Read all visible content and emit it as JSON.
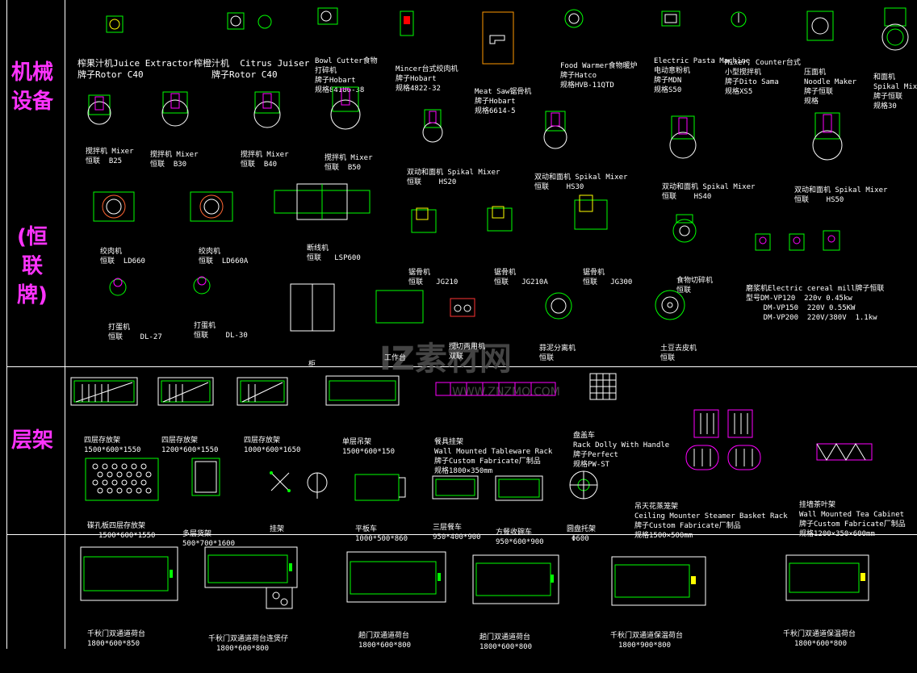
{
  "categories": {
    "machinery_line1": "机械",
    "machinery_line2": "设备",
    "brand_line1": "(恒",
    "brand_line2": "联",
    "brand_line3": "牌)",
    "shelving": "层架"
  },
  "watermark": {
    "text": "IZ素材网",
    "url": "WWW.ZNZMO.COM"
  },
  "machines": [
    {
      "id": "juice1",
      "line1": "榨果汁机Juice Extractor",
      "line2": "牌子Rotor C40"
    },
    {
      "id": "juice2",
      "line1": "榨橙汁机  Citrus Juiser",
      "line2": "牌子Rotor C40"
    },
    {
      "id": "bowl",
      "line1": "Bowl Cutter食物",
      "line2": "打碎机",
      "line3": "牌子Hobart",
      "line4": "规格84186-38"
    },
    {
      "id": "mincer",
      "line1": "Mincer台式绞肉机",
      "line2": "牌子Hobart",
      "line3": "规格4822-32"
    },
    {
      "id": "meatsaw",
      "line1": "Meat Saw锯骨机",
      "line2": "牌子Hobart",
      "line3": "规格6614-5"
    },
    {
      "id": "warmer",
      "line1": "Food Warmer食物暖炉",
      "line2": "牌子Hatco",
      "line3": "规格HVB-11QTD"
    },
    {
      "id": "pasta",
      "line1": "Electric Pasta Machine",
      "line2": "电动意粉机",
      "line3": "牌子MDN",
      "line4": "规格S50"
    },
    {
      "id": "counter",
      "line1": "Mixer, Counter台式",
      "line2": "小型搅拌机",
      "line3": "牌子Dito Sama",
      "line4": "规格XS5"
    },
    {
      "id": "noodle",
      "line1": "压面机",
      "line2": "Noodle Maker",
      "line3": "牌子恒联",
      "line4": "规格"
    },
    {
      "id": "spiral",
      "line1": "和面机",
      "line2": "Spikal Mixer",
      "line3": "牌子恒联",
      "line4": "规格30"
    },
    {
      "id": "mix25",
      "line1": "搅拌机 Mixer",
      "line2": "恒联  B25"
    },
    {
      "id": "mix30",
      "line1": "搅拌机 Mixer",
      "line2": "恒联  B30"
    },
    {
      "id": "mix40",
      "line1": "搅拌机 Mixer",
      "line2": "恒联  B40"
    },
    {
      "id": "mix50",
      "line1": "搅拌机 Mixer",
      "line2": "恒联  B50"
    },
    {
      "id": "hs20",
      "line1": "双动和面机 Spikal Mixer",
      "line2": "恒联    HS20"
    },
    {
      "id": "hs30",
      "line1": "双动和面机 Spikal Mixer",
      "line2": "恒联    HS30"
    },
    {
      "id": "hs40",
      "line1": "双动和面机 Spikal Mixer",
      "line2": "恒联    HS40"
    },
    {
      "id": "hs50",
      "line1": "双动和面机 Spikal Mixer",
      "line2": "恒联    HS50"
    },
    {
      "id": "ld660",
      "line1": "绞肉机",
      "line2": "恒联  LD660"
    },
    {
      "id": "ld660a",
      "line1": "绞肉机",
      "line2": "恒联  LD660A"
    },
    {
      "id": "lsp",
      "line1": "断线机",
      "line2": "恒联   LSP600"
    },
    {
      "id": "jg210",
      "line1": "锯骨机",
      "line2": "恒联   JG210"
    },
    {
      "id": "jg210a",
      "line1": "锯骨机",
      "line2": "恒联   JG210A"
    },
    {
      "id": "jg300",
      "line1": "锯骨机",
      "line2": "恒联   JG300"
    },
    {
      "id": "cutter",
      "line1": "食物切碎机",
      "line2": "恒联"
    },
    {
      "id": "cereal",
      "line1": "磨浆机Electric cereal mill牌子恒联",
      "line2": "型号DM-VP120  220v 0.45kw",
      "line3": "    DM-VP150  220V 0.55KW",
      "line4": "    DM-VP200  220V/380V  1.1kw"
    },
    {
      "id": "dl27",
      "line1": "打蛋机",
      "line2": "恒联    DL-27"
    },
    {
      "id": "dl30",
      "line1": "打蛋机",
      "line2": "恒联    DL-30"
    },
    {
      "id": "cabinet",
      "line1": "柜"
    },
    {
      "id": "worktable",
      "line1": "工作台"
    },
    {
      "id": "dual",
      "line1": "搅切两用机",
      "line2": "双联"
    },
    {
      "id": "sep",
      "line1": "蒜泥分离机",
      "line2": "恒联"
    },
    {
      "id": "potato",
      "line1": "土豆去皮机",
      "line2": "恒联"
    }
  ],
  "shelves": [
    {
      "id": "s4a",
      "line1": "四层存放架",
      "line2": "1500*600*1550"
    },
    {
      "id": "s4b",
      "line1": "四层存放架",
      "line2": "1200*600*1550"
    },
    {
      "id": "s4c",
      "line1": "四层存放架",
      "line2": "1000*600*1650"
    },
    {
      "id": "single",
      "line1": "单层吊架",
      "line2": "1500*600*150"
    },
    {
      "id": "tableware",
      "line1": "餐具挂架",
      "line2": "Wall Mounted Tableware Rack",
      "line3": "牌子Custom Fabricate厂制品",
      "line4": "规格1800×350mm"
    },
    {
      "id": "dolly",
      "line1": "盘盖车",
      "line2": "Rack Dolly With Handle",
      "line3": "牌子Perfect",
      "line4": "规格PW-ST"
    },
    {
      "id": "perf",
      "line1": "碟孔板四层存放架",
      "line2": "1500*600*1550"
    },
    {
      "id": "multi",
      "line1": "多层货架",
      "line2": "500*700*1600"
    },
    {
      "id": "rack",
      "line1": "挂架"
    },
    {
      "id": "flat",
      "line1": "平板车",
      "line2": "1000*500*860"
    },
    {
      "id": "three",
      "line1": "三层餐车",
      "line2": "950*400*900"
    },
    {
      "id": "square",
      "line1": "方餐收碗车",
      "line2": "950*600*900"
    },
    {
      "id": "round",
      "line1": "圆盘托架",
      "line2": "Φ600"
    },
    {
      "id": "steamer",
      "line1": "吊天花蒸笼架",
      "line2": "Ceiling Mounter Steamer Basket Rack",
      "line3": "牌子Custom Fabricate厂制品",
      "line4": "规格1500×500mm"
    },
    {
      "id": "tea",
      "line1": "挂墙茶叶架",
      "line2": "Wall Mounted Tea Cabinet",
      "line3": "牌子Custom Fabricate厂制品",
      "line4": "规格1200×350×600mm"
    }
  ],
  "counters": [
    {
      "id": "c1",
      "line1": "千秋门双通道荷台",
      "line2": "1800*600*850"
    },
    {
      "id": "c2",
      "line1": "千秋门双通道荷台连煲仔",
      "line2": "1800*600*800"
    },
    {
      "id": "c3",
      "line1": "趟门双通道荷台",
      "line2": "1800*600*800"
    },
    {
      "id": "c4",
      "line1": "趟门双通道荷台",
      "line2": "1800*600*800"
    },
    {
      "id": "c5",
      "line1": "千秋门双通道保温荷台",
      "line2": "1800*900*800"
    },
    {
      "id": "c6",
      "line1": "千秋门双通道保温荷台",
      "line2": "1800*600*800"
    }
  ]
}
